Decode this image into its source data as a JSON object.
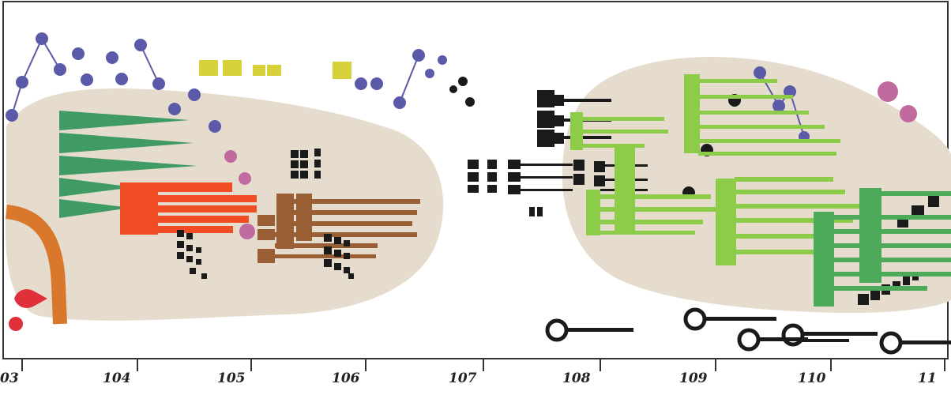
{
  "score": {
    "axis_tick_labels": [
      "03",
      "104",
      "105",
      "106",
      "107",
      "108",
      "109",
      "110",
      "11"
    ]
  },
  "colors": {
    "paper": "#ffffff",
    "frame": "#333333",
    "cloud": "#e6dccd",
    "dot_line": "#5a5aa8",
    "yellow_block": "#d8d23a",
    "dark_green": "#3f9a63",
    "red_orange": "#f04d24",
    "brown": "#9a5e34",
    "orange_arc": "#d9782d",
    "pink_dot": "#c06aa0",
    "red_drop": "#e0303a",
    "black": "#1a1a1a",
    "light_green": "#8ccc48",
    "mid_green": "#4caa5a"
  }
}
